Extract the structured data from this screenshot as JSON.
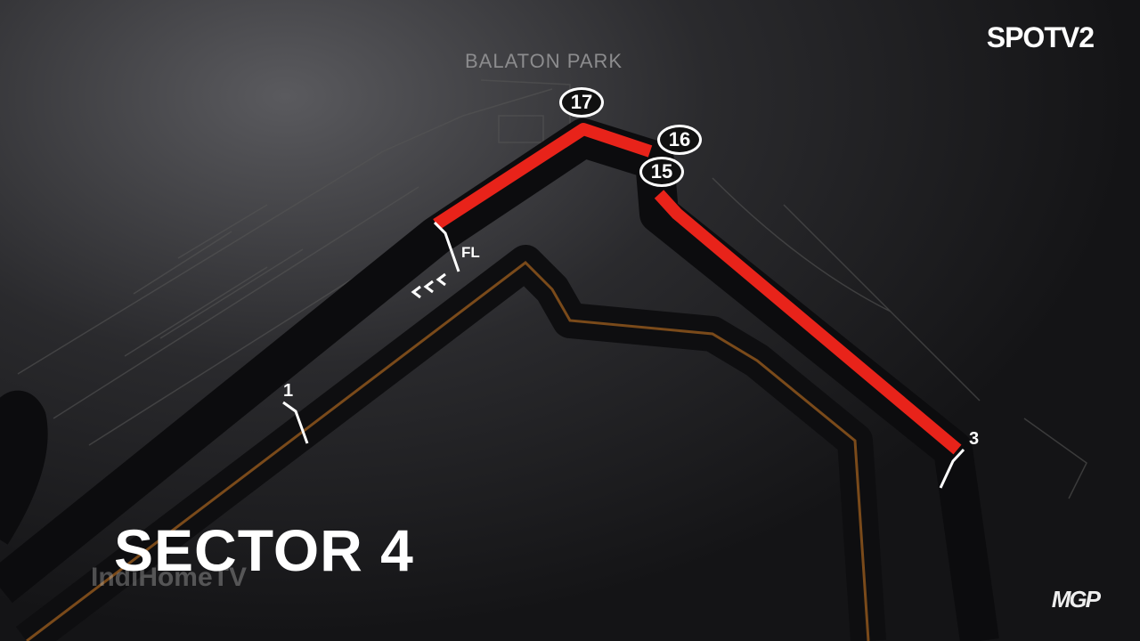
{
  "circuit_name": "BALATON PARK",
  "channel_logo": "SPOTV2",
  "sector_title": "SECTOR 4",
  "watermark": "IndiHomeTV",
  "brand_logo": "MGP",
  "turns": [
    "17",
    "16",
    "15"
  ],
  "markers": {
    "turn_1": "1",
    "turn_3": "3",
    "finish_line": "FL"
  },
  "colors": {
    "sector_highlight": "#e8231a",
    "track": "#0c0c0e",
    "inner_line": "#7a4a1a"
  }
}
